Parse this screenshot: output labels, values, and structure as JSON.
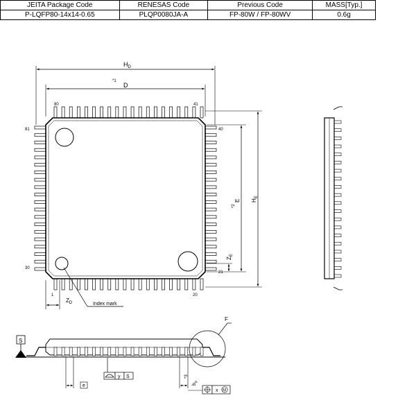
{
  "table": {
    "headers": [
      "JEITA Package Code",
      "RENESAS Code",
      "Previous Code",
      "MASS[Typ.]"
    ],
    "row": [
      "P-LQFP80-14x14-0.65",
      "PLQP0080JA-A",
      "FP-80W / FP-80WV",
      "0.6g"
    ]
  },
  "labels": {
    "hd": "H",
    "hd_sub": "D",
    "star1": "*1",
    "d": "D",
    "pin80": "80",
    "pin41": "41",
    "pin81": "81",
    "pin40": "40",
    "pin1": "1",
    "pin20": "20",
    "pin21": "21",
    "pin30": "30",
    "e": "E",
    "star2": "*2",
    "he": "H",
    "he_sub": "E",
    "ze": "Z",
    "ze_sub": "E",
    "zd": "Z",
    "zd_sub": "D",
    "index": "Index mark",
    "detail_f": "F",
    "datum_s": "S",
    "flat_y": "y",
    "flat_s": "S",
    "pos_x": "x",
    "pos_m": "M",
    "bp": "b",
    "bp_sub": "p",
    "star3": "*3",
    "e_pitch": "e"
  }
}
